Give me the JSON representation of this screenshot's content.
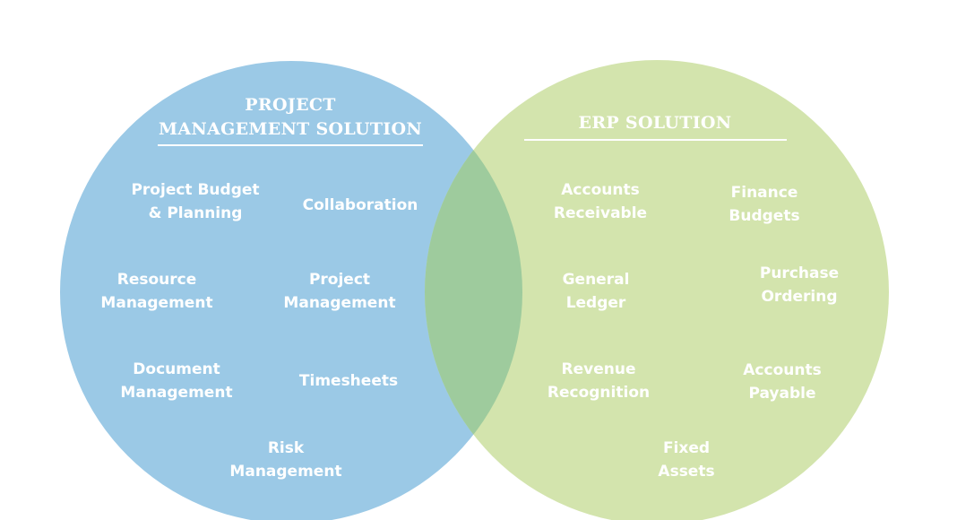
{
  "colors": {
    "left": "#9bc9e6",
    "right": "#d3e4ad",
    "overlap": "#9ecb9d",
    "text": "#ffffff"
  },
  "left": {
    "title": [
      "PROJECT",
      "MANAGEMENT SOLUTION"
    ],
    "items": [
      [
        "Project Budget",
        "& Planning"
      ],
      [
        "Collaboration"
      ],
      [
        "Resource",
        "Management"
      ],
      [
        "Project",
        "Management"
      ],
      [
        "Document",
        "Management"
      ],
      [
        "Timesheets"
      ],
      [
        "Risk",
        "Management"
      ]
    ]
  },
  "right": {
    "title": [
      "ERP SOLUTION"
    ],
    "items": [
      [
        "Accounts",
        "Receivable"
      ],
      [
        "Finance",
        "Budgets"
      ],
      [
        "General",
        "Ledger"
      ],
      [
        "Purchase",
        "Ordering"
      ],
      [
        "Revenue",
        "Recognition"
      ],
      [
        "Accounts",
        "Payable"
      ],
      [
        "Fixed",
        "Assets"
      ]
    ]
  }
}
